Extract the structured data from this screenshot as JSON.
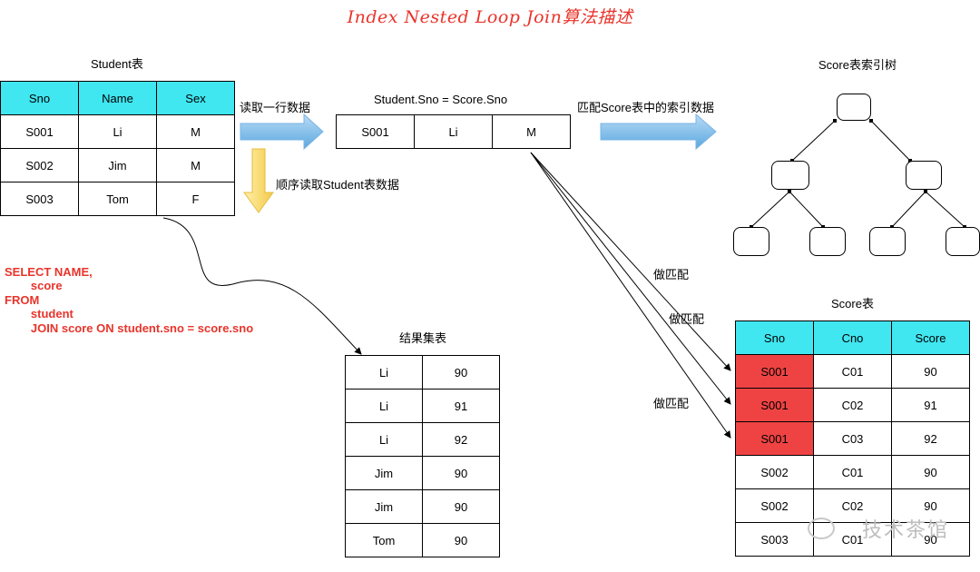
{
  "title": "Index Nested Loop Join算法描述",
  "student_table": {
    "caption": "Student表",
    "headers": [
      "Sno",
      "Name",
      "Sex"
    ],
    "rows": [
      [
        "S001",
        "Li",
        "M"
      ],
      [
        "S002",
        "Jim",
        "M"
      ],
      [
        "S003",
        "Tom",
        "F"
      ]
    ]
  },
  "step_read_row": "读取一行数据",
  "step_sequential": "顺序读取Student表数据",
  "current_row": {
    "condition": "Student.Sno = Score.Sno",
    "cells": [
      "S001",
      "Li",
      "M"
    ]
  },
  "step_match_index": "匹配Score表中的索引数据",
  "index_tree_caption": "Score表索引树",
  "match_labels": [
    "做匹配",
    "做匹配",
    "做匹配"
  ],
  "sql": "SELECT NAME,\n        score\nFROM\n        student\n        JOIN score ON student.sno = score.sno",
  "result_table": {
    "caption": "结果集表",
    "rows": [
      [
        "Li",
        "90"
      ],
      [
        "Li",
        "91"
      ],
      [
        "Li",
        "92"
      ],
      [
        "Jim",
        "90"
      ],
      [
        "Jim",
        "90"
      ],
      [
        "Tom",
        "90"
      ]
    ]
  },
  "score_table": {
    "caption": "Score表",
    "headers": [
      "Sno",
      "Cno",
      "Score"
    ],
    "rows": [
      [
        "S001",
        "C01",
        "90"
      ],
      [
        "S001",
        "C02",
        "91"
      ],
      [
        "S001",
        "C03",
        "92"
      ],
      [
        "S002",
        "C01",
        "90"
      ],
      [
        "S002",
        "C02",
        "90"
      ],
      [
        "S003",
        "C01",
        "90"
      ]
    ],
    "highlight_rows": [
      0,
      1,
      2
    ],
    "highlight_color": "#ef4343",
    "header_color": "#40e6f0"
  },
  "watermark": "技术茶馆"
}
